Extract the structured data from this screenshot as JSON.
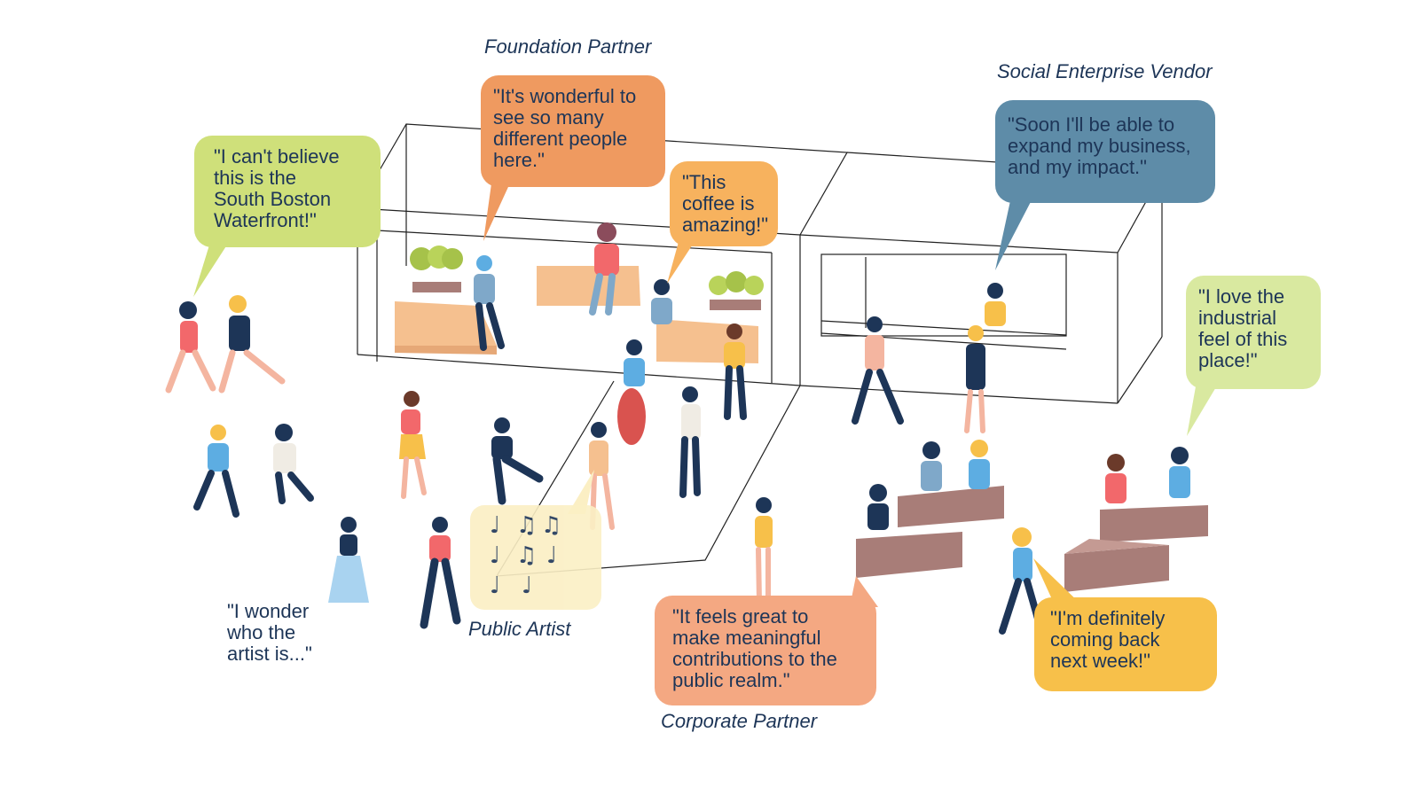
{
  "colors": {
    "green": "#cfe07a",
    "orange": "#ef9a60",
    "light_orange": "#f7b25e",
    "blue": "#5e8ca8",
    "light_green": "#d9e9a0",
    "salmon": "#f4a882",
    "yellow": "#f7c04a",
    "ink": "#1d3557",
    "bench": "#f5c08f",
    "seat": "#a87d78"
  },
  "roles": {
    "foundation": "Foundation Partner",
    "social": "Social Enterprise Vendor",
    "artist": "Public Artist",
    "corporate": "Corporate Partner"
  },
  "quotes": {
    "waterfront": "\"I can't believe\nthis is the\nSouth Boston\nWaterfront!\"",
    "foundation": "\"It's wonderful to\nsee so many\ndifferent people\nhere.\"",
    "coffee": "\"This\ncoffee is\namazing!\"",
    "vendor": "\"Soon I'll be able to\nexpand my business,\nand my impact.\"",
    "industrial": "\"I love the\nindustrial\nfeel of this\nplace!\"",
    "corporate": "\"It feels great to\nmake meaningful\ncontributions to the\npublic realm.\"",
    "coming_back": "\"I'm definitely\ncoming back\nnext week!\"",
    "artist": "\"I wonder\nwho the\nartist is...\""
  },
  "music_notes": [
    "♩",
    "♫",
    "♫",
    "♩",
    "♫",
    "♩",
    "♩",
    "♩"
  ]
}
